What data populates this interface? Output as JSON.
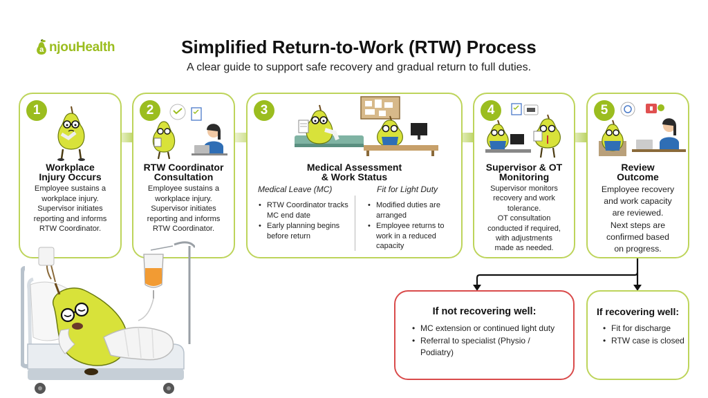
{
  "brand": {
    "logo_prefix": "a",
    "logo_text": "njouHealth"
  },
  "header": {
    "title": "Simplified Return-to-Work (RTW) Process",
    "subtitle": "A clear guide to support safe recovery and gradual return to full duties."
  },
  "steps": [
    {
      "number": "1",
      "title_line1": "Workplace",
      "title_line2": "Injury Occurs",
      "body": [
        "Employee sustains a",
        "workplace injury.",
        "Supervisor initiates",
        "reporting and informs",
        "RTW Coordinator."
      ]
    },
    {
      "number": "2",
      "title_line1": "RTW Coordinator",
      "title_line2": "Consultation",
      "body": [
        "Employee sustains a",
        "workplace injury.",
        "Supervisor initiates",
        "reporting and informs",
        "RTW Coordinator."
      ]
    },
    {
      "number": "3",
      "title_line1": "Medical Assessment",
      "title_line2": "& Work Status",
      "left_head": "Medical Leave (MC)",
      "left_items": [
        "RTW Coordinator tracks MC end date",
        "Early planning begins before return"
      ],
      "right_head": "Fit for Light Duty",
      "right_items": [
        "Modified duties are arranged",
        "Employee returns to work in a reduced capacity"
      ]
    },
    {
      "number": "4",
      "title_line1": "Supervisor & OT",
      "title_line2": "Monitoring",
      "body": [
        "Supervisor monitors",
        "recovery and work",
        "tolerance.",
        "OT consultation",
        "conducted if required,",
        "with adjustments",
        "made as needed."
      ]
    },
    {
      "number": "5",
      "title_line1": "Review",
      "title_line2": "Outcome",
      "body": [
        "Employee recovery",
        "and work capacity",
        "are reviewed.",
        "Next steps are",
        "confirmed based",
        "on progress."
      ]
    }
  ],
  "outcomes": {
    "not_recovering": {
      "title": "If not recovering well:",
      "items": [
        "MC extension or continued light duty",
        "Referral to specialist (Physio / Podiatry)"
      ]
    },
    "recovering": {
      "title": "If recovering well:",
      "items": [
        "Fit for discharge",
        "RTW case is closed"
      ]
    }
  },
  "colors": {
    "accent_green": "#9bbd1f",
    "card_border": "#bdd45a",
    "red_border": "#d94a4a",
    "pear": "#d8e23a",
    "dark": "#111111"
  },
  "icons": [
    "pear-mascot-icon",
    "coordinator-person-icon",
    "laptop-icon",
    "doctor-pear-icon",
    "office-desk-icon",
    "hospital-bed-icon",
    "iv-drip-icon",
    "clipboard-icon",
    "arrow-right-icon",
    "arrow-down-icon"
  ]
}
